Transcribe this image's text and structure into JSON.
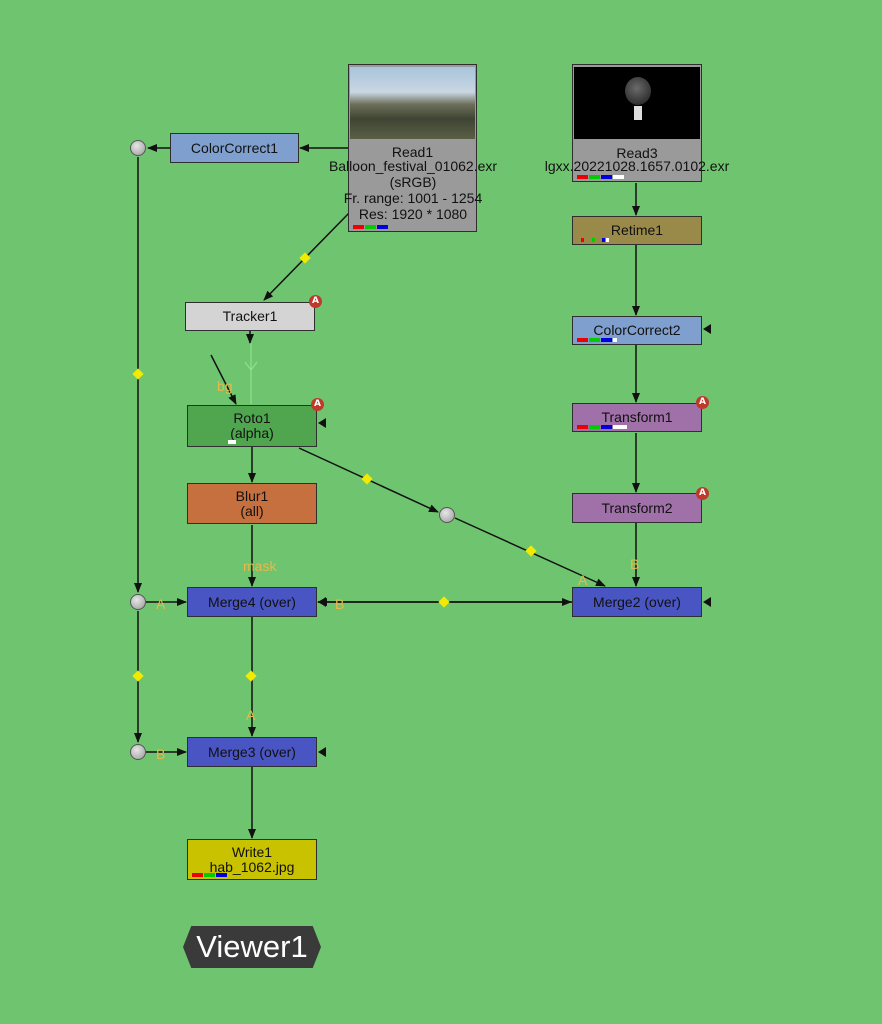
{
  "nodes": {
    "read1": {
      "name": "Read1",
      "file": "Balloon_festival_01062.exr",
      "colorspace": "(sRGB)",
      "range": "Fr. range: 1001 - 1254",
      "res": "Res: 1920 * 1080"
    },
    "read3": {
      "name": "Read3",
      "file": "lgxx.20221028.1657.0102.exr"
    },
    "colorcorrect1": {
      "name": "ColorCorrect1"
    },
    "tracker1": {
      "name": "Tracker1",
      "badge": "A"
    },
    "roto1": {
      "name": "Roto1",
      "sub": "(alpha)",
      "badge": "A"
    },
    "blur1": {
      "name": "Blur1",
      "sub": "(all)"
    },
    "merge4": {
      "name": "Merge4 (over)"
    },
    "merge3": {
      "name": "Merge3 (over)"
    },
    "write1": {
      "name": "Write1",
      "file": "hab_1062.jpg"
    },
    "retime1": {
      "name": "Retime1"
    },
    "colorcorrect2": {
      "name": "ColorCorrect2"
    },
    "transform1": {
      "name": "Transform1",
      "badge": "A"
    },
    "transform2": {
      "name": "Transform2",
      "badge": "A"
    },
    "merge2": {
      "name": "Merge2 (over)"
    }
  },
  "edge_labels": {
    "bg": "bg",
    "mask": "mask",
    "merge4_a": "A",
    "merge4_b": "B",
    "merge3_a": "A",
    "merge3_b": "B",
    "merge2_a": "A",
    "merge2_b": "B"
  },
  "viewer": {
    "name": "Viewer1"
  },
  "colors": {
    "background": "#6fc56f",
    "read": "#9a9a9a",
    "colorcorrect": "#7f9fcf",
    "tracker": "#d4d4d4",
    "roto": "#4fa64f",
    "blur": "#c7703f",
    "merge": "#4a55c4",
    "write": "#c9c200",
    "retime": "#9a8a4a",
    "transform": "#a070a8",
    "pipe": "#111111",
    "elbow": "#f2ea00"
  }
}
